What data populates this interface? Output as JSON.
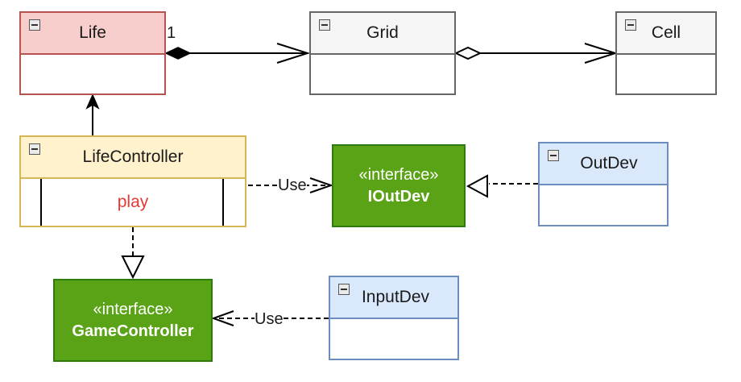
{
  "diagram": {
    "classes": {
      "life": {
        "name": "Life",
        "fill": "#f8cecc",
        "stroke": "#b85450"
      },
      "grid": {
        "name": "Grid",
        "fill": "#f5f5f5",
        "stroke": "#666666"
      },
      "cell": {
        "name": "Cell",
        "fill": "#f5f5f5",
        "stroke": "#666666"
      },
      "life_controller": {
        "name": "LifeController",
        "fill": "#fff2cc",
        "stroke": "#d6b656",
        "method": "play",
        "method_color": "#e53935"
      },
      "out_dev": {
        "name": "OutDev",
        "fill": "#dae8fc",
        "stroke": "#6c8ebf"
      },
      "input_dev": {
        "name": "InputDev",
        "fill": "#dae8fc",
        "stroke": "#6c8ebf"
      }
    },
    "interfaces": {
      "ioutdev": {
        "stereotype": "«interface»",
        "name": "IOutDev"
      },
      "gamecontroller": {
        "stereotype": "«interface»",
        "name": "GameController"
      }
    },
    "relations": {
      "life_grid_multiplicity": "1",
      "controller_ioutdev_label": "Use",
      "inputdev_gamecontroller_label": "Use"
    }
  }
}
